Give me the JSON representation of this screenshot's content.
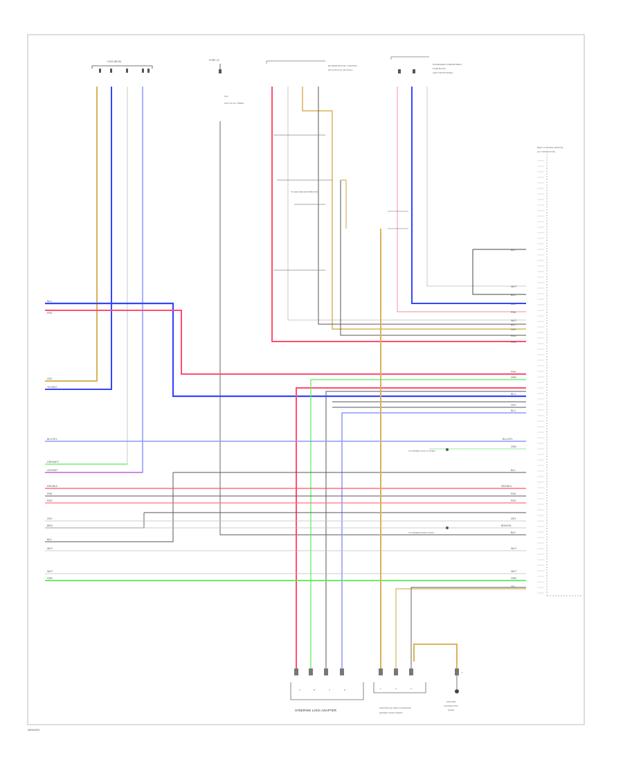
{
  "diagram_code": "W0000000",
  "components": {
    "steering_lock_adapter": {
      "name": "STEERING LOCK ADAPTER"
    },
    "ignition_module": {
      "name": "IGNITION (IG) SWITCH MODULE",
      "sub": "(EXCEPT PUSH START)"
    },
    "ground_connection": {
      "name": "GROUND",
      "sub": "CONNECTION",
      "loc": "(G201)"
    },
    "top_connector": {
      "name": "C203 (BCM)"
    },
    "top_module_a": {
      "name": "BLOWER MOTOR / CONTROL",
      "sub": "(W/ AUTO A/C) (W/ DUAL)"
    },
    "top_module_b": {
      "name": "PASSENGER COMPARTMENT",
      "sub": "FUSE BLOCK",
      "loc": "(LEFT INSTR PANEL)"
    },
    "right_module": {
      "name": "BODY CONTROL MODULE",
      "sub": "(C1 CONNECTOR)"
    },
    "fuse_label": {
      "name": "FUSE 14",
      "sub": "10A",
      "loc": "(HOT AT ALL TIMES)"
    }
  },
  "notes": {
    "ground_note": "TO GROUND DISTRIBUTION",
    "lock_note_1": "TO POWER LOCK SYSTEM",
    "lock_note_2": "TO POWER DOOR LOCKS"
  },
  "wire_colors": {
    "red": "#ff4d6d",
    "pink": "#ffb3c1",
    "blue": "#3344ff",
    "light_blue": "#8b95ff",
    "yellow": "#d8b25a",
    "green": "#55ee55",
    "light_green": "#a8f0a8",
    "black": "#444444",
    "gray": "#bbbbbb",
    "violet": "#cc66dd"
  },
  "left_labels": [
    {
      "id": "l1",
      "text": "BLU"
    },
    {
      "id": "l2",
      "text": "PNK"
    },
    {
      "id": "l3",
      "text": "GRY"
    },
    {
      "id": "l4",
      "text": "YEL/BLK"
    },
    {
      "id": "l5",
      "text": "BLU/YEL"
    },
    {
      "id": "l6",
      "text": "GRN/WHT"
    },
    {
      "id": "l7",
      "text": "VIO/WHT"
    },
    {
      "id": "l8",
      "text": "RED/BLK"
    },
    {
      "id": "l9",
      "text": "PNK"
    },
    {
      "id": "l10",
      "text": "RED"
    },
    {
      "id": "l11",
      "text": "GRY"
    },
    {
      "id": "l12",
      "text": "BRN"
    },
    {
      "id": "l13",
      "text": "BLK"
    },
    {
      "id": "l14",
      "text": "WHT"
    },
    {
      "id": "l15",
      "text": "WHT"
    },
    {
      "id": "l16",
      "text": "GRN"
    }
  ],
  "right_labels": [
    {
      "id": "r1",
      "text": "BLK"
    },
    {
      "id": "r2",
      "text": "WHT"
    },
    {
      "id": "r3",
      "text": "BLU"
    },
    {
      "id": "r4",
      "text": "BLU"
    },
    {
      "id": "r5",
      "text": "PNK"
    },
    {
      "id": "r6",
      "text": "WHT"
    },
    {
      "id": "r7",
      "text": "BLK"
    },
    {
      "id": "r8",
      "text": "GRY"
    },
    {
      "id": "r9",
      "text": "RED"
    },
    {
      "id": "r10",
      "text": "RED"
    },
    {
      "id": "r11",
      "text": "GRN"
    },
    {
      "id": "r12",
      "text": "PNK"
    },
    {
      "id": "r13",
      "text": "BLU"
    },
    {
      "id": "r14",
      "text": "GRY"
    },
    {
      "id": "r15",
      "text": "BLU"
    },
    {
      "id": "r16",
      "text": "BLU/YEL"
    },
    {
      "id": "r17",
      "text": "GRN"
    },
    {
      "id": "r18",
      "text": "BLK"
    },
    {
      "id": "r19",
      "text": "RED/BLK"
    },
    {
      "id": "r20",
      "text": "PNK"
    },
    {
      "id": "r21",
      "text": "RED"
    },
    {
      "id": "r22",
      "text": "GRY"
    },
    {
      "id": "r23",
      "text": "BRN/YEL"
    },
    {
      "id": "r24",
      "text": "BLK"
    },
    {
      "id": "r25",
      "text": "WHT"
    },
    {
      "id": "r26",
      "text": "WHT"
    },
    {
      "id": "r27",
      "text": "GRN"
    },
    {
      "id": "r28",
      "text": "YEL"
    }
  ],
  "pin_labels": [
    {
      "id": "p1",
      "text": "A"
    },
    {
      "id": "p2",
      "text": "B"
    },
    {
      "id": "p3",
      "text": "C"
    },
    {
      "id": "p4",
      "text": "D"
    },
    {
      "id": "p5",
      "text": "1"
    },
    {
      "id": "p6",
      "text": "2"
    },
    {
      "id": "p7",
      "text": "3"
    },
    {
      "id": "p8",
      "text": "4"
    }
  ]
}
